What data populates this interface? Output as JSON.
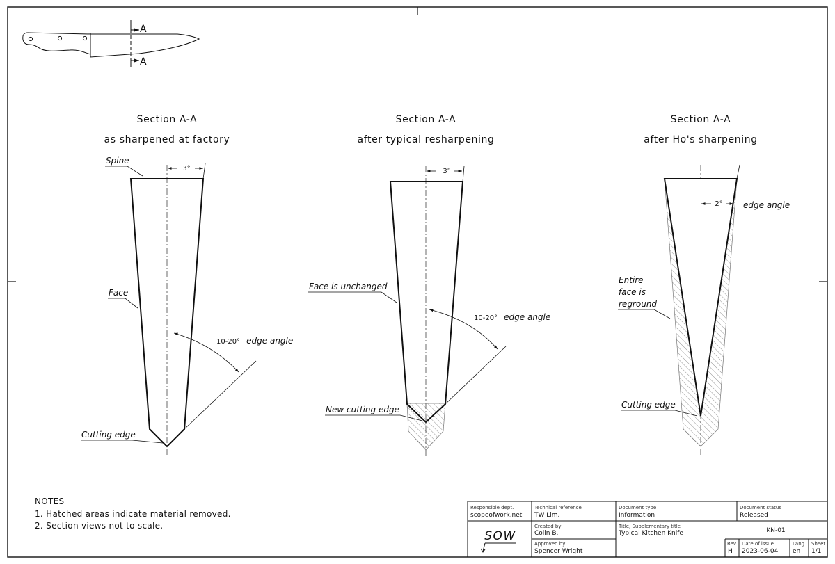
{
  "knife_sketch": {
    "cut_label_top": "A",
    "cut_label_bottom": "A"
  },
  "sections": [
    {
      "title": "Section A-A",
      "subtitle": "as sharpened at factory",
      "angle_dim": "3°",
      "edge_angle_prefix": "10-20°",
      "edge_angle_word": "edge angle",
      "labels": {
        "spine": "Spine",
        "face": "Face",
        "cutting_edge": "Cutting edge"
      }
    },
    {
      "title": "Section A-A",
      "subtitle": "after typical resharpening",
      "angle_dim": "3°",
      "edge_angle_prefix": "10-20°",
      "edge_angle_word": "edge angle",
      "labels": {
        "face": "Face is unchanged",
        "cutting_edge": "New cutting edge"
      }
    },
    {
      "title": "Section A-A",
      "subtitle": "after Ho's sharpening",
      "angle_dim": "2°",
      "edge_angle_word": "edge angle",
      "labels": {
        "face_line1": "Entire",
        "face_line2": "face is",
        "face_line3": "reground",
        "cutting_edge": "Cutting edge"
      }
    }
  ],
  "notes": {
    "heading": "NOTES",
    "items": [
      "1. Hatched areas indicate material removed.",
      "2. Section views not to scale."
    ]
  },
  "title_block": {
    "responsible_dept_label": "Responsible dept.",
    "responsible_dept": "scopeofwork.net",
    "technical_reference_label": "Technical reference",
    "technical_reference": "TW Lim.",
    "document_type_label": "Document type",
    "document_type": "Information",
    "document_status_label": "Document status",
    "document_status": "Released",
    "logo": "SOW",
    "created_by_label": "Created by",
    "created_by": "Colin B.",
    "approved_by_label": "Approved by",
    "approved_by": "Spencer Wright",
    "title_label": "Title, Supplementary title",
    "title": "Typical Kitchen Knife",
    "doc_number": "KN-01",
    "rev_label": "Rev.",
    "rev": "H",
    "date_label": "Date of issue",
    "date": "2023-06-04",
    "lang_label": "Lang.",
    "lang": "en",
    "sheet_label": "Sheet",
    "sheet": "1/1"
  }
}
